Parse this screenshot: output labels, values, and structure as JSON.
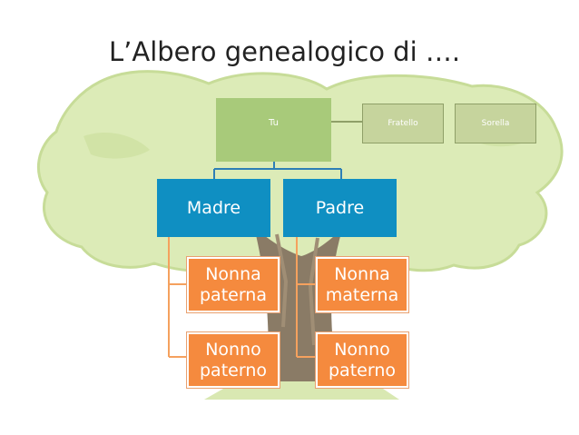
{
  "title": "L’Albero genealogico di ….",
  "nodes": {
    "tu": "Tu",
    "fratello": "Fratello",
    "sorella": "Sorella",
    "madre": "Madre",
    "padre": "Padre",
    "nonna_paterna": "Nonna\npaterna",
    "nonna_materna": "Nonna\nmaterna",
    "nonno_paterno_1": "Nonno\npaterno",
    "nonno_paterno_2": "Nonno\npaterno"
  },
  "colors": {
    "tree_foliage": "#dcebb7",
    "tree_trunk": "#8a7b66",
    "tu_box": "#a8ca7a",
    "sibling_box": "#c6d49d",
    "parent_box": "#0f8fc2",
    "grandparent_box": "#f58a3e",
    "connector": "#2e7fb6",
    "grandparent_connector": "#f5a15e"
  }
}
